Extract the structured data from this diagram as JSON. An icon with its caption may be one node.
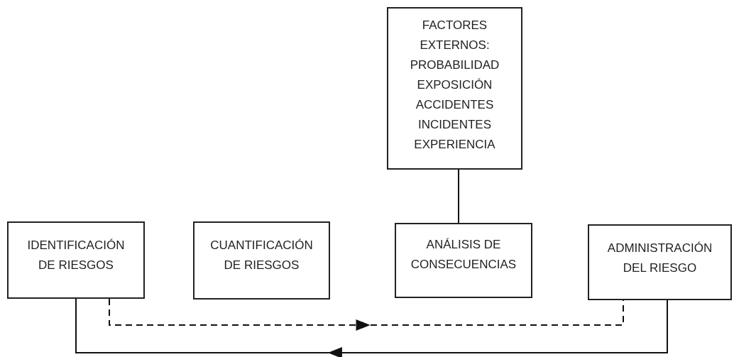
{
  "diagram": {
    "nodes": [
      {
        "text": [
          "FACTORES EXTERNOS:",
          "PROBABILIDAD",
          "EXPOSICIÓN",
          "ACCIDENTES",
          "INCIDENTES",
          "EXPERIENCIA"
        ]
      },
      {
        "text": [
          "IDENTIFICACIÓN DE RIESGOS"
        ]
      },
      {
        "text": [
          "CUANTIFICACIÓN DE RIESGOS"
        ]
      },
      {
        "text": [
          "ANÁLISIS DE CONSECUENCIAS"
        ]
      },
      {
        "text": [
          "ADMINISTRACIÓN DEL RIESGO"
        ]
      }
    ],
    "edges": [
      {
        "from": 0,
        "to": 3,
        "arrow": "none"
      },
      {
        "from": 1,
        "to": 4,
        "arrow": "to",
        "style": "dashed"
      },
      {
        "from": 4,
        "to": 1,
        "arrow": "to"
      }
    ]
  }
}
